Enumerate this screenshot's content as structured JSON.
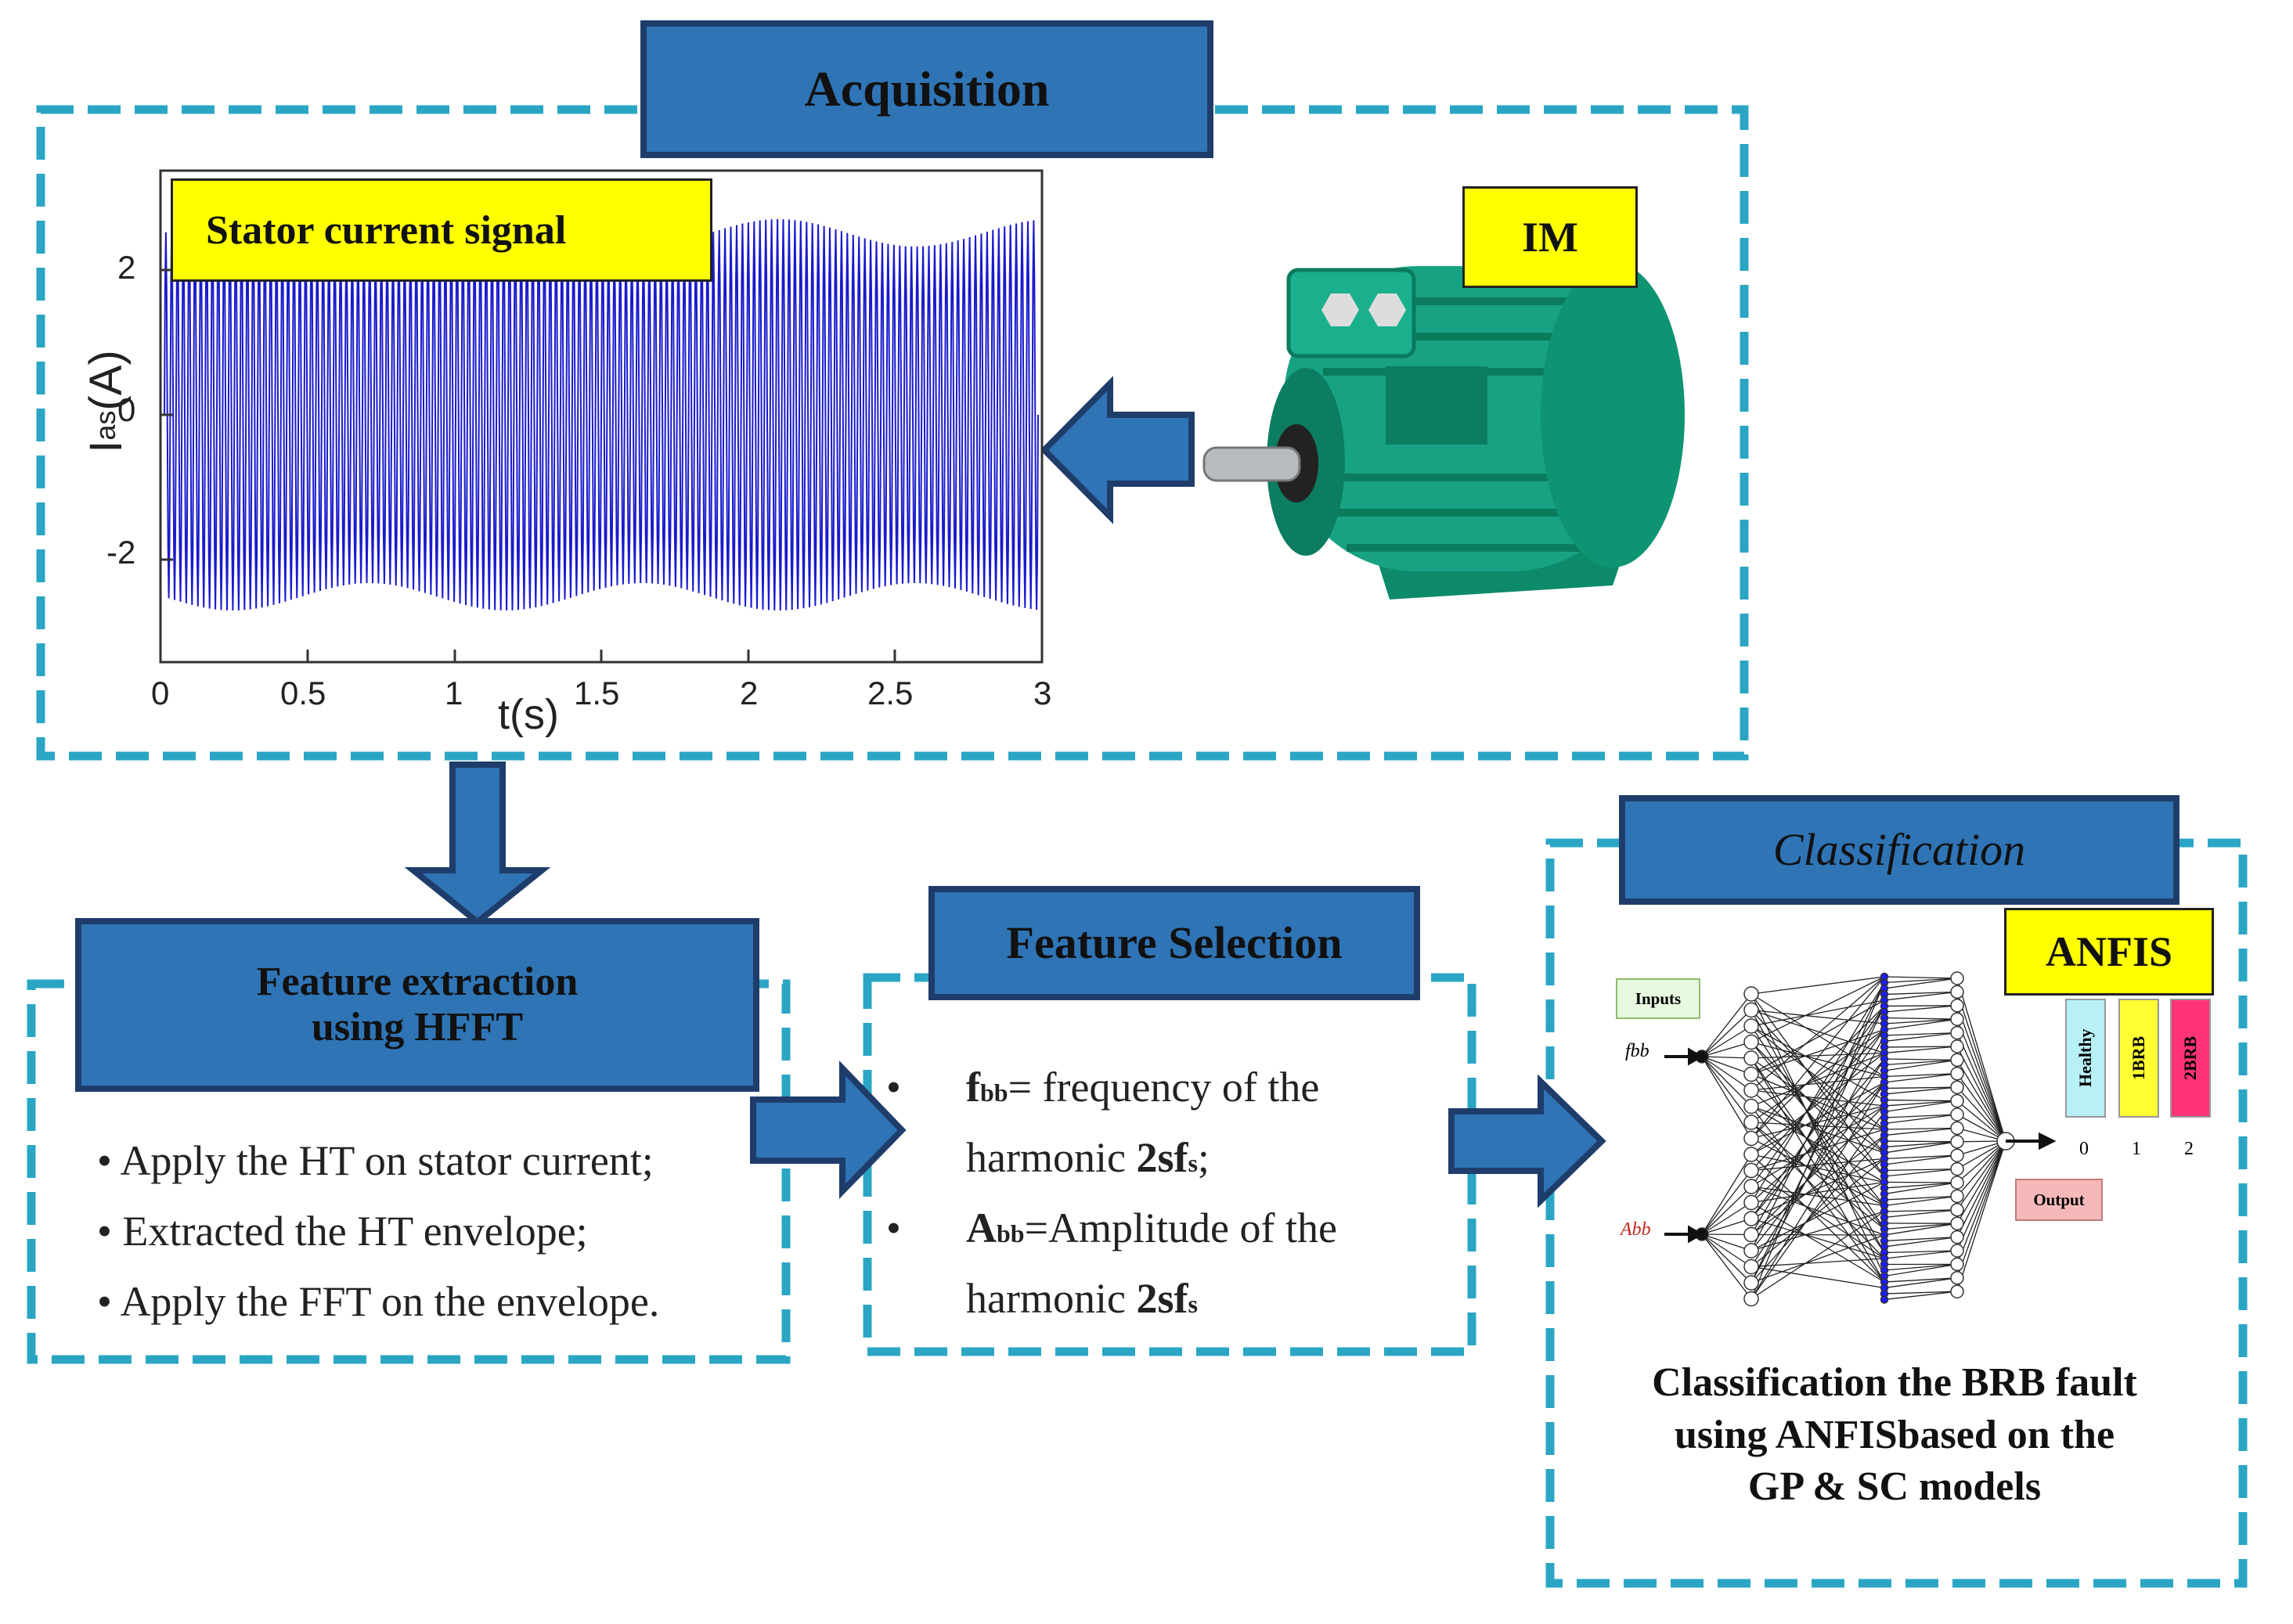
{
  "acquisition": {
    "title": "Acquisition",
    "signal_label": "Stator current signal",
    "motor_label": "IM",
    "plot": {
      "y_label_main": "I",
      "y_label_sub": "as",
      "y_label_unit": "(A)",
      "y_ticks": [
        "2",
        "0",
        "-2"
      ],
      "x_ticks": [
        "0",
        "0.5",
        "1",
        "1.5",
        "2",
        "2.5",
        "3"
      ],
      "x_label": "t(s)"
    }
  },
  "feature_extraction": {
    "title_line1": "Feature extraction",
    "title_line2": "using HFFT",
    "bullets": [
      "Apply the HT on stator current;",
      "Extracted the HT envelope;",
      "Apply the FFT on the envelope."
    ]
  },
  "feature_selection": {
    "title": "Feature Selection",
    "item1": {
      "sym": "f",
      "sub": "bb",
      "text": "= frequency of the",
      "line2_pre": "harmonic ",
      "line2_bold": "2sf",
      "line2_sub": "s",
      "line2_post": ";"
    },
    "item2": {
      "sym": "A",
      "sub": "bb",
      "text": "=Amplitude of the",
      "line2_pre": "harmonic ",
      "line2_bold": "2sf",
      "line2_sub": "s",
      "line2_post": ""
    }
  },
  "classification": {
    "title": "Classification",
    "anfis_label": "ANFIS",
    "inputs_label": "Inputs",
    "input1": "fbb",
    "input2": "Abb",
    "output_label": "Output",
    "classes": [
      {
        "label": "Healthy",
        "value": "0",
        "color": "#b8f0f8"
      },
      {
        "label": "1BRB",
        "value": "1",
        "color": "#ffff33"
      },
      {
        "label": "2BRB",
        "value": "2",
        "color": "#ff3377"
      }
    ],
    "caption_line1": "Classification the BRB fault",
    "caption_line2": "using ANFISbased on the",
    "caption_line3": "GP & SC models"
  },
  "colors": {
    "title_fill": "#2f74b5",
    "title_border": "#1f3d6b",
    "dashed_border": "#2aa6c4",
    "signal": "#1a1acc",
    "label_yellow": "#ffff00"
  }
}
